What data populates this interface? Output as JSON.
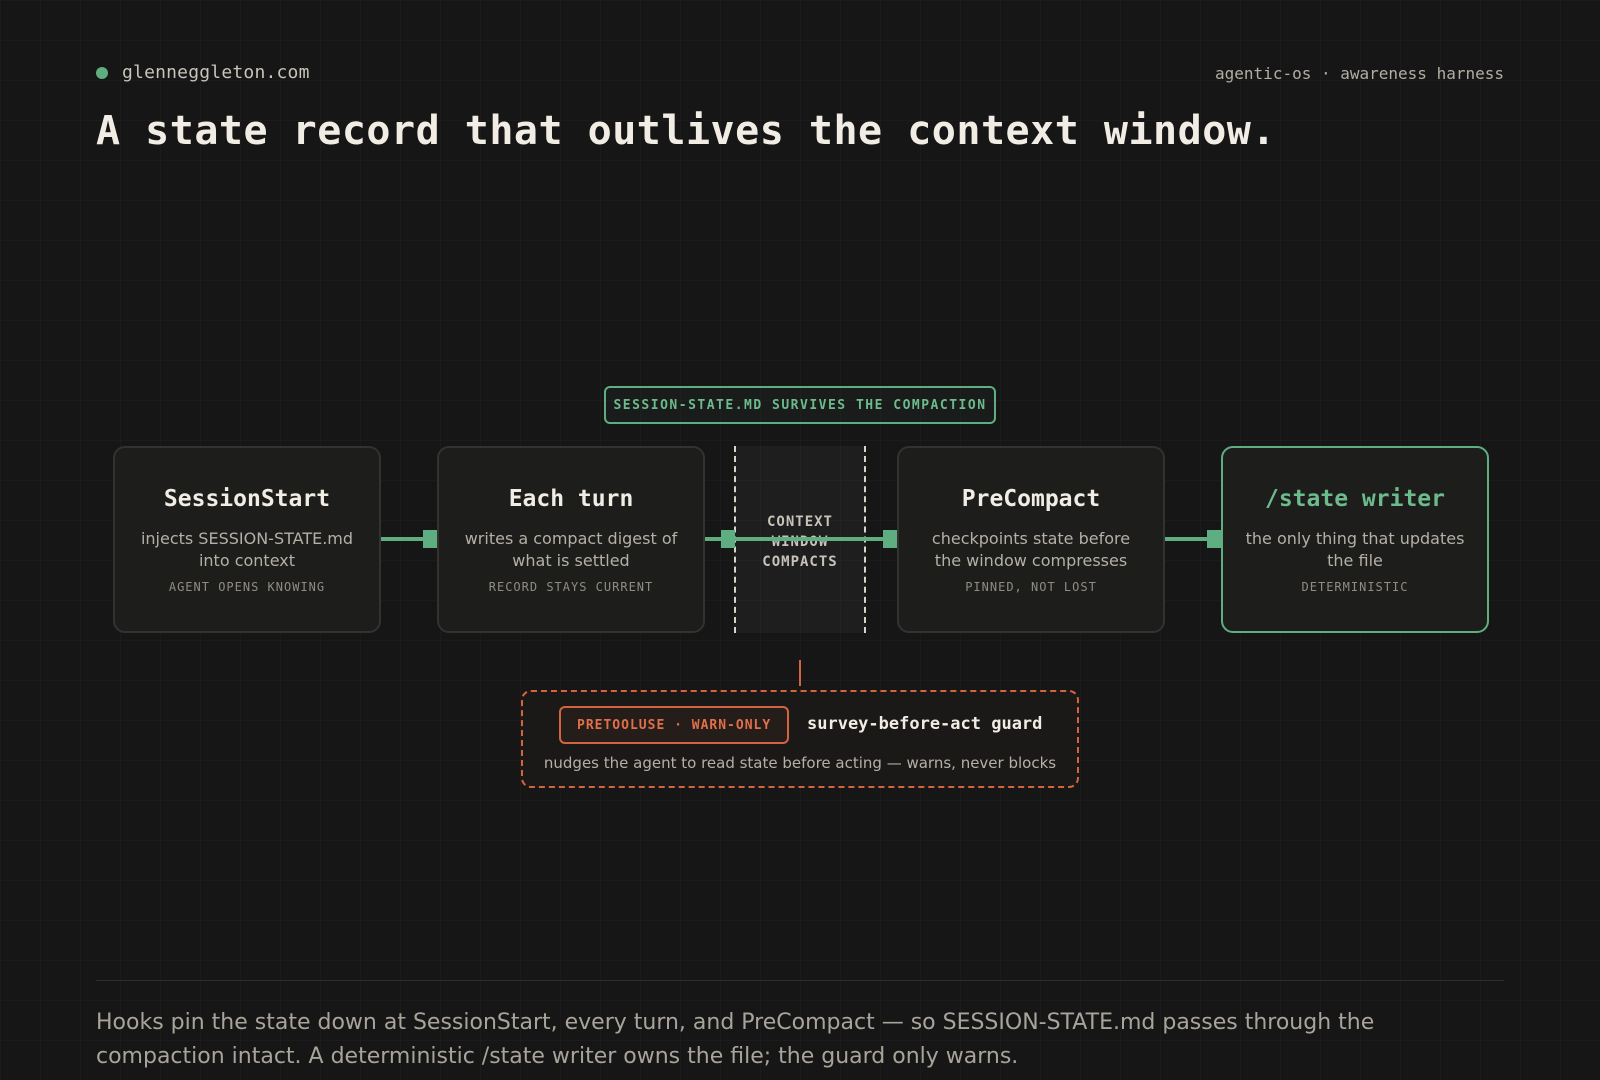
{
  "header": {
    "site": "glenneggleton.com",
    "tagline": "agentic-os · awareness harness",
    "headline": "A state record that outlives the context window."
  },
  "diagram": {
    "banner": "SESSION-STATE.MD SURVIVES THE COMPACTION",
    "stages": [
      {
        "title": "SessionStart",
        "desc": "injects SESSION-STATE.md into context",
        "tag": "AGENT OPENS KNOWING"
      },
      {
        "title": "Each turn",
        "desc": "writes a compact digest of what is settled",
        "tag": "RECORD STAYS CURRENT"
      },
      {
        "title": "PreCompact",
        "desc": "checkpoints state before the window compresses",
        "tag": "PINNED, NOT LOST"
      },
      {
        "title": "/state writer",
        "desc": "the only thing that updates the file",
        "tag": "DETERMINISTIC"
      }
    ],
    "context_window": "CONTEXT\nWINDOW\nCOMPACTS",
    "guard": {
      "pill": "PRETOOLUSE · WARN-ONLY",
      "title": "survey-before-act guard",
      "desc": "nudges the agent to read state before acting — warns, never blocks"
    }
  },
  "footer": {
    "text": "Hooks pin the state down at SessionStart, every turn, and PreCompact — so SESSION-STATE.md passes through the compaction intact. A deterministic /state writer owns the file; the guard only warns."
  },
  "colors": {
    "accent": "#5fae82",
    "warning": "#d4643f",
    "background": "#161616"
  }
}
